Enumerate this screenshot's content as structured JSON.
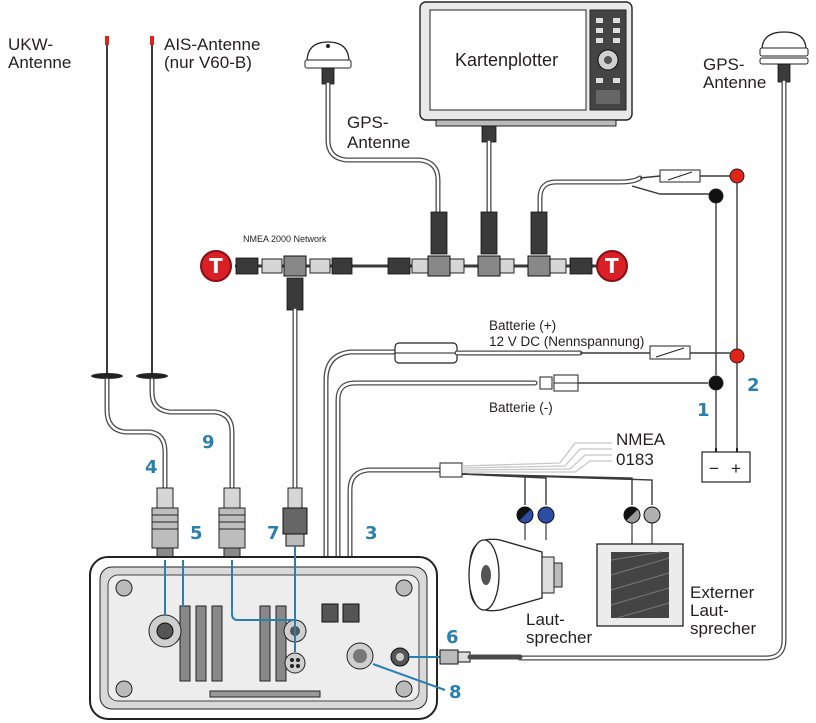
{
  "labels": {
    "vhf_antenna_line1": "UKW-",
    "vhf_antenna_line2": "Antenne",
    "ais_antenna_line1": "AIS-Antenne",
    "ais_antenna_line2": "(nur V60-B)",
    "gps_antenna_left_line1": "GPS-",
    "gps_antenna_left_line2": "Antenne",
    "chartplotter": "Kartenplotter",
    "gps_antenna_right_line1": "GPS-",
    "gps_antenna_right_line2": "Antenne",
    "nmea2000_network": "NMEA 2000 Network",
    "battery_plus_line1": "Batterie (+)",
    "battery_plus_line2": "12 V DC (Nennspannung)",
    "battery_minus": "Batterie (-)",
    "nmea0183_line1": "NMEA",
    "nmea0183_line2": "0183",
    "speaker_line1": "Laut-",
    "speaker_line2": "sprecher",
    "ext_speaker_line1": "Externer",
    "ext_speaker_line2": "Laut-",
    "ext_speaker_line3": "sprecher",
    "battery_minus_sign": "−",
    "battery_plus_sign": "+",
    "terminator_left": "T",
    "terminator_right": "T"
  },
  "callouts": {
    "n1": "1",
    "n2": "2",
    "n3": "3",
    "n4": "4",
    "n5": "5",
    "n6": "6",
    "n7": "7",
    "n8": "8",
    "n9": "9"
  },
  "colors": {
    "callout_blue": "#2a7fb1",
    "positive_red": "#e2231a",
    "negative_black": "#111111",
    "nmea0183_blue": "#2b4ea2",
    "nmea0183_gray": "#9a9a9a"
  }
}
